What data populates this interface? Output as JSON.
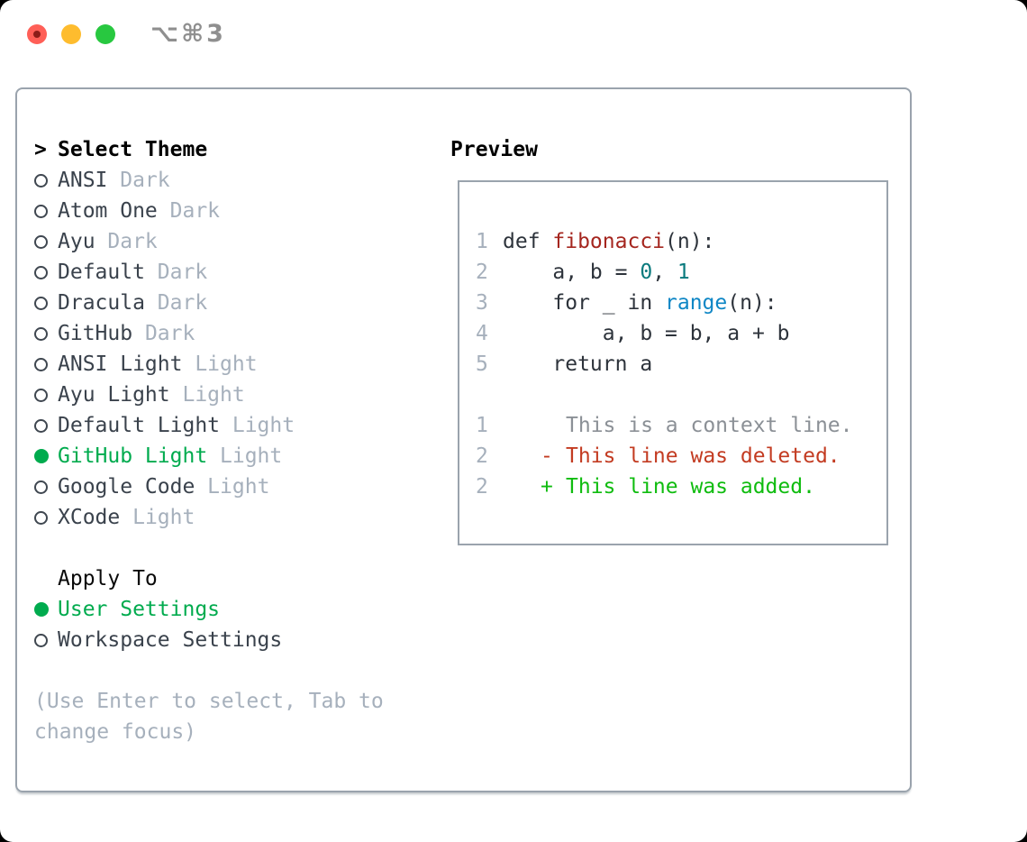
{
  "colors": {
    "accent_green": "#00ab4e",
    "text_primary": "#3a424c",
    "text_heading": "#000000",
    "text_muted": "#a6b0bc",
    "panel_border": "#9aa3ad",
    "title_gray": "#8f8f8f",
    "traffic_red": "#ff5f57",
    "traffic_yellow": "#febc2e",
    "traffic_green": "#28c840",
    "code_plain": "#2d333b",
    "code_function": "#a5261f",
    "code_number": "#0a7a7d",
    "code_builtin": "#0e86c5",
    "line_number": "#a6b0bc",
    "diff_context": "#8b9096",
    "diff_deleted": "#c33b21",
    "diff_added": "#0fbc0f"
  },
  "titlebar": {
    "title": "⌥⌘3"
  },
  "select_theme": {
    "cursor": ">",
    "heading": "Select Theme",
    "items": [
      {
        "name": "ANSI",
        "variant": " Dark",
        "selected": false
      },
      {
        "name": "Atom One",
        "variant": " Dark",
        "selected": false
      },
      {
        "name": "Ayu",
        "variant": " Dark",
        "selected": false
      },
      {
        "name": "Default",
        "variant": " Dark",
        "selected": false
      },
      {
        "name": "Dracula",
        "variant": " Dark",
        "selected": false
      },
      {
        "name": "GitHub",
        "variant": " Dark",
        "selected": false
      },
      {
        "name": "ANSI Light",
        "variant": " Light",
        "selected": false
      },
      {
        "name": "Ayu Light",
        "variant": " Light",
        "selected": false
      },
      {
        "name": "Default Light",
        "variant": " Light",
        "selected": false
      },
      {
        "name": "GitHub Light",
        "variant": " Light",
        "selected": true
      },
      {
        "name": "Google Code",
        "variant": " Light",
        "selected": false
      },
      {
        "name": "XCode",
        "variant": " Light",
        "selected": false
      }
    ]
  },
  "apply_to": {
    "heading": "Apply To",
    "items": [
      {
        "label": "User Settings",
        "selected": true
      },
      {
        "label": "Workspace Settings",
        "selected": false
      }
    ]
  },
  "hint": {
    "text": "(Use Enter to select, Tab to change focus)"
  },
  "preview": {
    "heading": "Preview",
    "code": [
      {
        "num": "1",
        "tokens": [
          {
            "text": "def ",
            "style": "plain"
          },
          {
            "text": "fibonacci",
            "style": "function"
          },
          {
            "text": "(n):",
            "style": "plain"
          }
        ]
      },
      {
        "num": "2",
        "tokens": [
          {
            "text": "    a, b = ",
            "style": "plain"
          },
          {
            "text": "0",
            "style": "number"
          },
          {
            "text": ", ",
            "style": "plain"
          },
          {
            "text": "1",
            "style": "number"
          }
        ]
      },
      {
        "num": "3",
        "tokens": [
          {
            "text": "    for _ in ",
            "style": "plain"
          },
          {
            "text": "range",
            "style": "builtin"
          },
          {
            "text": "(n):",
            "style": "plain"
          }
        ]
      },
      {
        "num": "4",
        "tokens": [
          {
            "text": "        a, b = b, a + b",
            "style": "plain"
          }
        ]
      },
      {
        "num": "5",
        "tokens": [
          {
            "text": "    return a",
            "style": "plain"
          }
        ]
      }
    ],
    "diff": [
      {
        "num": "1",
        "marker": "",
        "text": "This is a context line.",
        "type": "context"
      },
      {
        "num": "2",
        "marker": "-",
        "text": "This line was deleted.",
        "type": "deleted"
      },
      {
        "num": "2",
        "marker": "+",
        "text": "This line was added.",
        "type": "added"
      }
    ]
  }
}
